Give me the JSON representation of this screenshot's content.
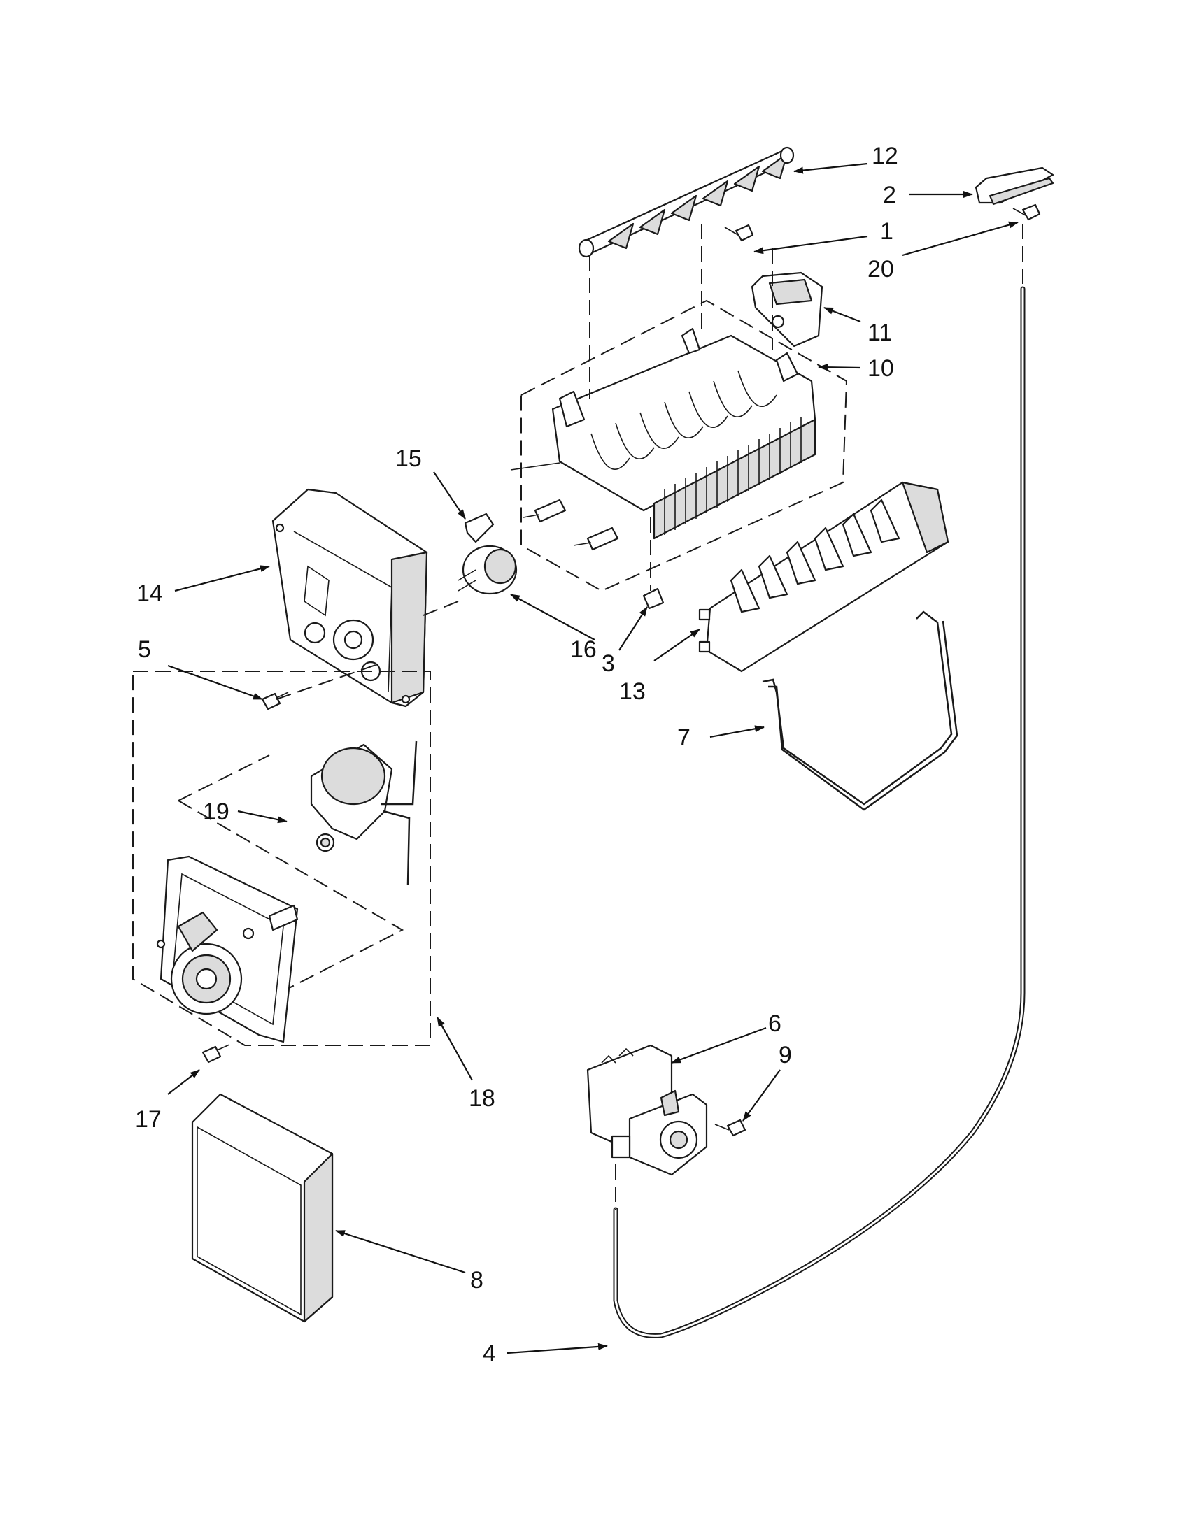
{
  "callouts": [
    {
      "id": "c1",
      "label": "1"
    },
    {
      "id": "c2",
      "label": "2"
    },
    {
      "id": "c3",
      "label": "3"
    },
    {
      "id": "c4",
      "label": "4"
    },
    {
      "id": "c5",
      "label": "5"
    },
    {
      "id": "c6",
      "label": "6"
    },
    {
      "id": "c7",
      "label": "7"
    },
    {
      "id": "c8",
      "label": "8"
    },
    {
      "id": "c9",
      "label": "9"
    },
    {
      "id": "c10",
      "label": "10"
    },
    {
      "id": "c11",
      "label": "11"
    },
    {
      "id": "c12",
      "label": "12"
    },
    {
      "id": "c13",
      "label": "13"
    },
    {
      "id": "c14",
      "label": "14"
    },
    {
      "id": "c15",
      "label": "15"
    },
    {
      "id": "c16",
      "label": "16"
    },
    {
      "id": "c17",
      "label": "17"
    },
    {
      "id": "c18",
      "label": "18"
    },
    {
      "id": "c19",
      "label": "19"
    },
    {
      "id": "c20",
      "label": "20"
    }
  ],
  "colors": {
    "line": "#1a1a1a",
    "background": "#ffffff",
    "shade": "#dcdcdc"
  }
}
